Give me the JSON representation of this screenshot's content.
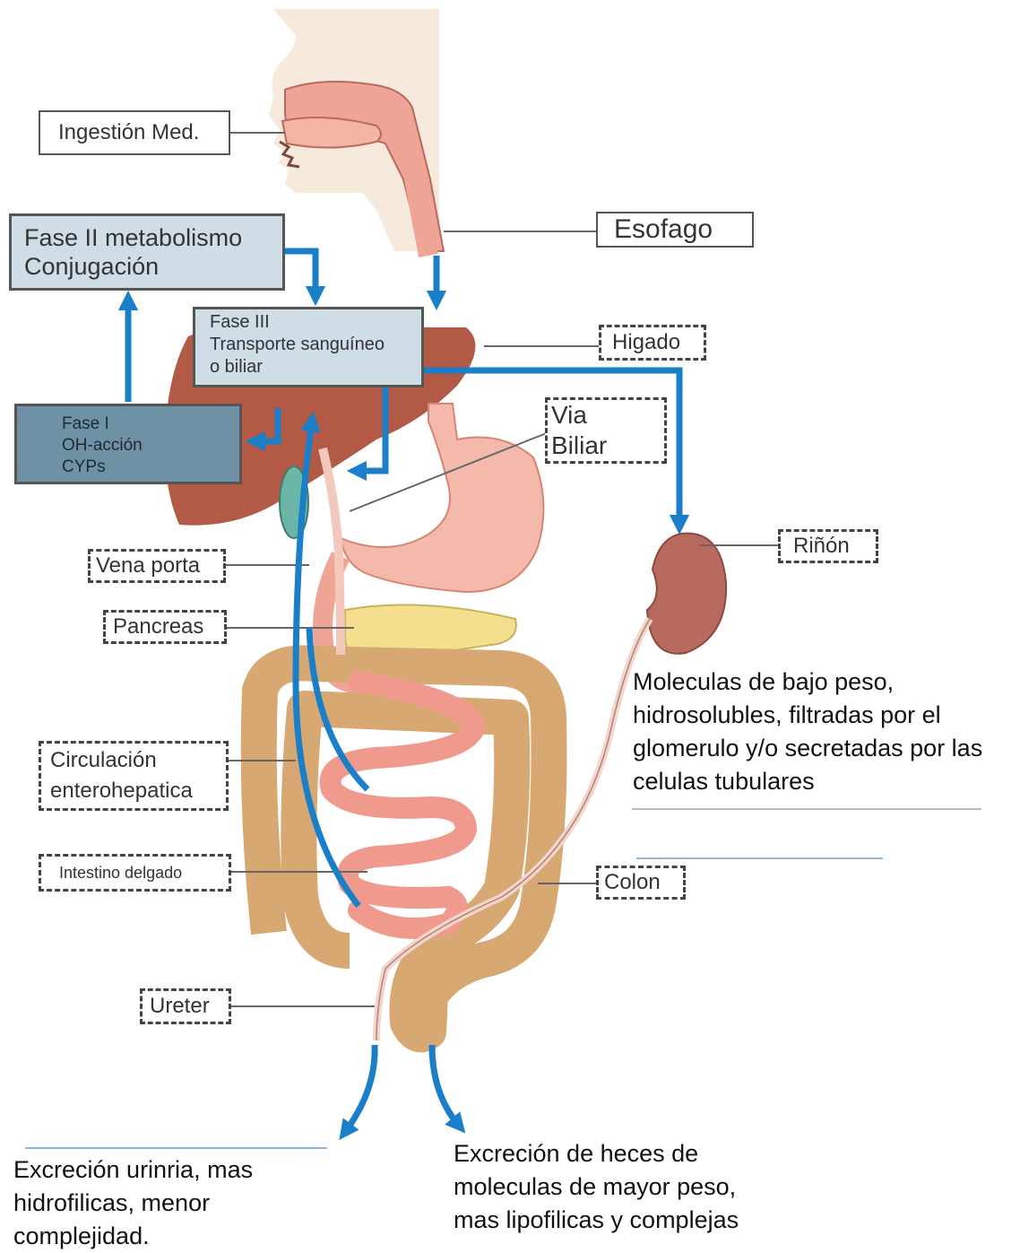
{
  "labels": {
    "ingestion": "Ingestión Med.",
    "fase2": "Fase II metabolismo\nConjugación",
    "esofago": "Esofago",
    "fase3": "Fase III\nTransporte sanguíneo\no biliar",
    "higado": "Higado",
    "fase1": "Fase I\nOH-acción\nCYPs",
    "via_biliar": "Via\nBiliar",
    "rinon": "Riñón",
    "vena_porta": "Vena porta",
    "pancreas": "Pancreas",
    "circulacion": "Circulación\nenterohepatica",
    "intestino": "Intestino delgado",
    "colon": "Colon",
    "ureter": "Ureter"
  },
  "notes": {
    "rinon_note": "Moleculas de bajo peso,\nhidrosolubles, filtradas por el\nglomerulo y/o secretadas por las\ncelulas tubulares",
    "urinaria": "Excreción urinria, mas\nhidrofilicas, menor\ncomplejidad.",
    "heces": "Excreción de heces de\nmoleculas de mayor peso,\nmas lipofilicas y complejas"
  },
  "colors": {
    "arrow_blue": "#1a7fc8",
    "skin": "#f7e6d8",
    "tissue_pink": "#ef9a8c",
    "liver": "#b25a45",
    "colon": "#d8a872",
    "kidney": "#b86a5e",
    "pancreas": "#f3df8e",
    "gallbladder": "#6ab5a6"
  }
}
